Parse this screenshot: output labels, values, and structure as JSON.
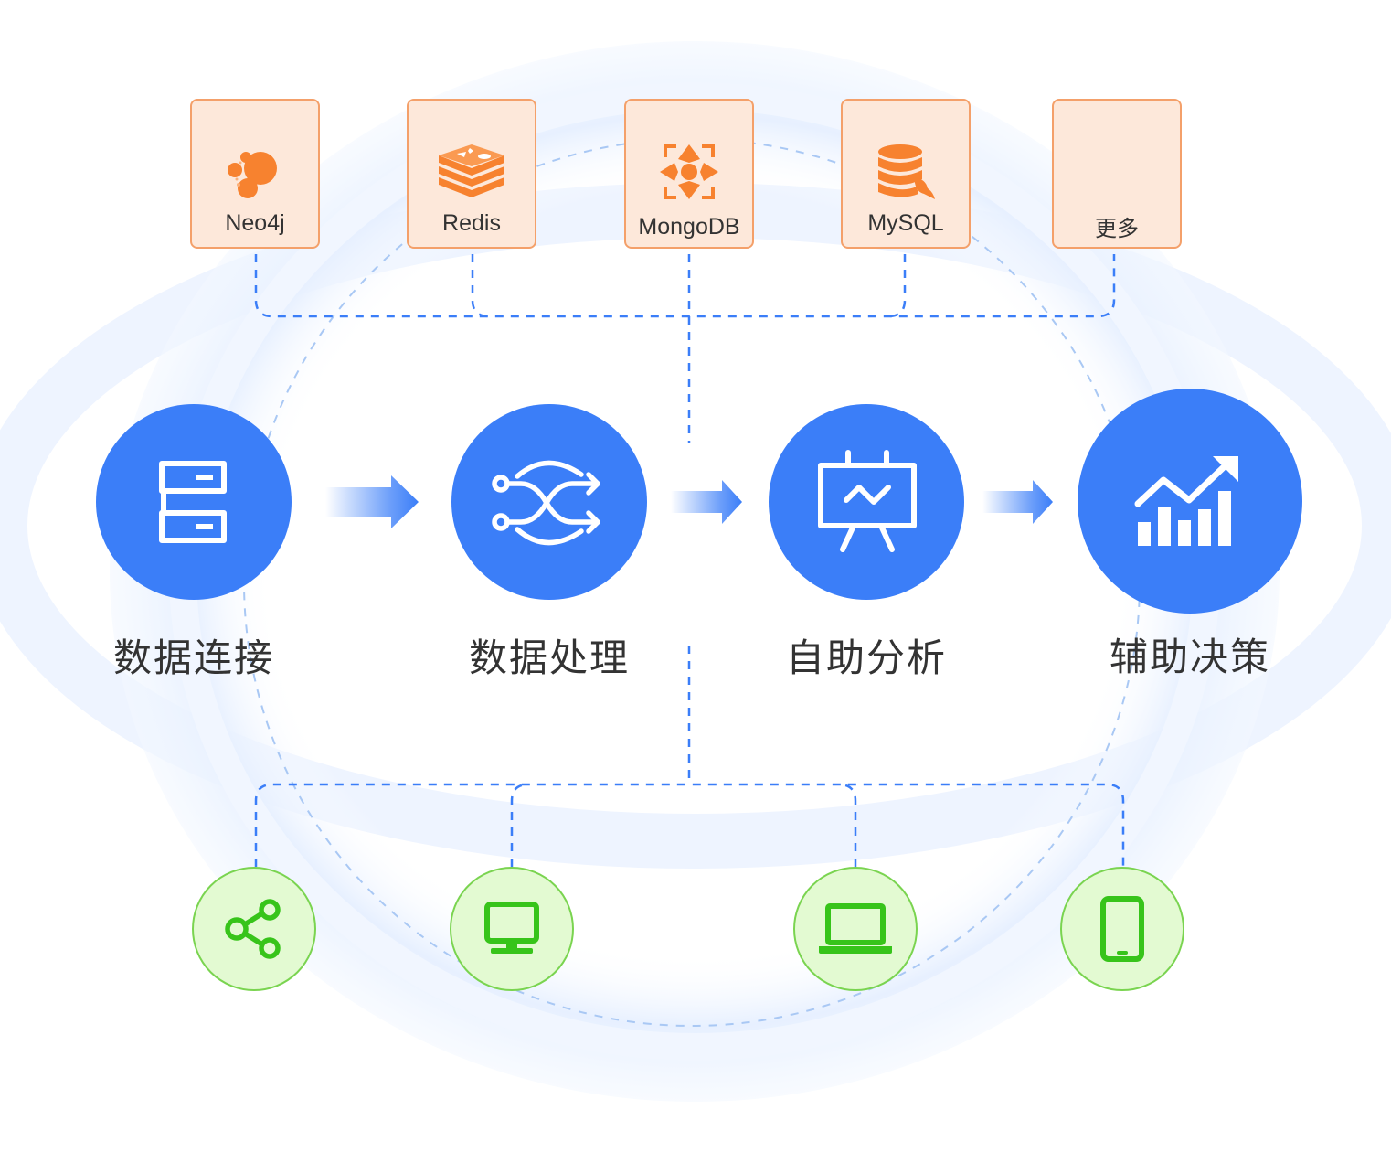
{
  "sources": [
    {
      "label": "Neo4j",
      "icon": "neo4j-icon"
    },
    {
      "label": "Redis",
      "icon": "redis-icon"
    },
    {
      "label": "MongoDB",
      "icon": "mongodb-icon"
    },
    {
      "label": "MySQL",
      "icon": "mysql-icon"
    },
    {
      "label": "更多",
      "icon": ""
    }
  ],
  "steps": [
    {
      "label": "数据连接",
      "icon": "server-stack-icon"
    },
    {
      "label": "数据处理",
      "icon": "shuffle-icon"
    },
    {
      "label": "自助分析",
      "icon": "presentation-board-icon"
    },
    {
      "label": "辅助决策",
      "icon": "trend-chart-icon"
    }
  ],
  "outputs": [
    {
      "icon": "share-icon"
    },
    {
      "icon": "monitor-icon"
    },
    {
      "icon": "laptop-icon"
    },
    {
      "icon": "phone-icon"
    }
  ],
  "colors": {
    "primary": "#3b7ef8",
    "source_fill": "#fde8da",
    "source_border": "#f4a06a",
    "source_icon": "#f7822f",
    "output_fill": "#e3fad2",
    "output_border": "#7ad450",
    "output_icon": "#37c41a",
    "halo": "#eaf2ff",
    "connector": "#3b7ef8"
  }
}
